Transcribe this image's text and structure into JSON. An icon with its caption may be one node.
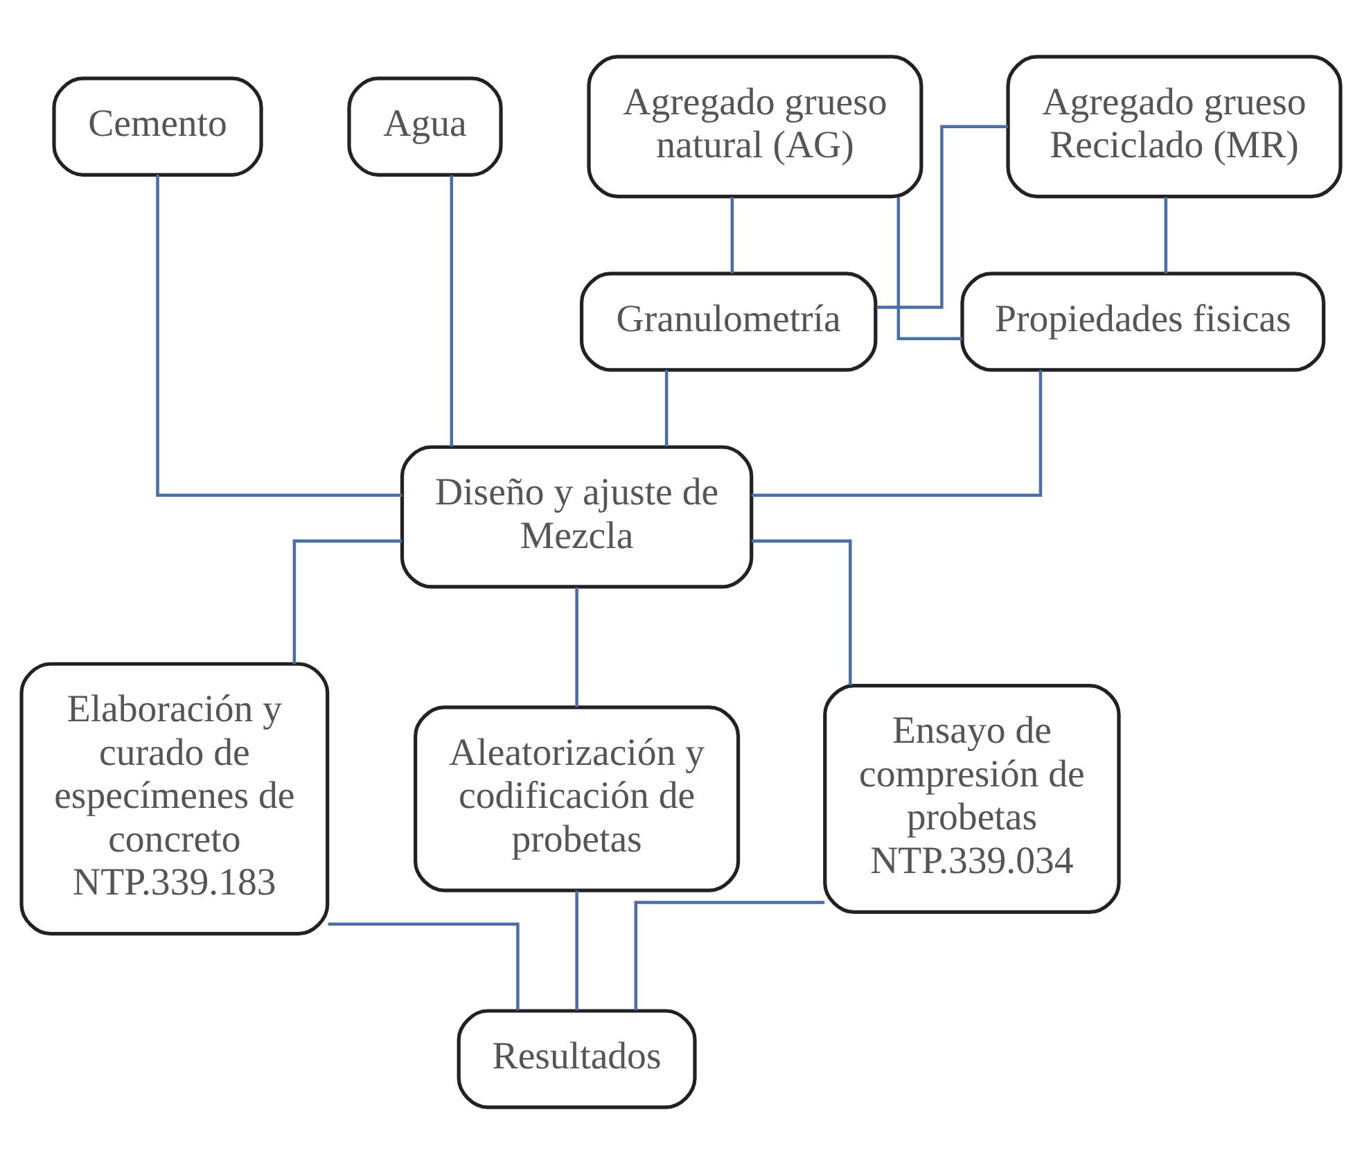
{
  "diagram": {
    "nodes": [
      {
        "text": [
          "Agregado grueso natural (AG)"
        ]
      },
      {
        "text": [
          "Agregado grueso Reciclado (MR)"
        ]
      },
      {
        "text": [
          "Cemento"
        ]
      },
      {
        "text": [
          "Agua"
        ]
      },
      {
        "text": [
          "Granulometría"
        ]
      },
      {
        "text": [
          "Propiedades fisicas"
        ]
      },
      {
        "text": [
          "Diseño y ajuste de Mezcla"
        ]
      },
      {
        "text": [
          "Elaboración y curado de especímenes de concreto NTP.339.183"
        ]
      },
      {
        "text": [
          "Aleatorización y codificación de probetas"
        ]
      },
      {
        "text": [
          "Ensayo de compresión de probetas NTP.339.034"
        ]
      },
      {
        "text": [
          "Resultados"
        ]
      }
    ],
    "edges": [
      {
        "from": 0,
        "to": 4,
        "arrow": "none"
      },
      {
        "from": 0,
        "to": 5,
        "arrow": "none"
      },
      {
        "from": 1,
        "to": 4,
        "arrow": "none"
      },
      {
        "from": 1,
        "to": 5,
        "arrow": "none"
      },
      {
        "from": 4,
        "to": 6,
        "arrow": "none"
      },
      {
        "from": 5,
        "to": 6,
        "arrow": "none"
      },
      {
        "from": 2,
        "to": 6,
        "arrow": "none"
      },
      {
        "from": 3,
        "to": 6,
        "arrow": "none"
      },
      {
        "from": 6,
        "to": 7,
        "arrow": "none"
      },
      {
        "from": 6,
        "to": 8,
        "arrow": "none"
      },
      {
        "from": 6,
        "to": 9,
        "arrow": "none"
      },
      {
        "from": 7,
        "to": 10,
        "arrow": "none"
      },
      {
        "from": 8,
        "to": 10,
        "arrow": "none"
      },
      {
        "from": 9,
        "to": 10,
        "arrow": "none"
      }
    ]
  }
}
